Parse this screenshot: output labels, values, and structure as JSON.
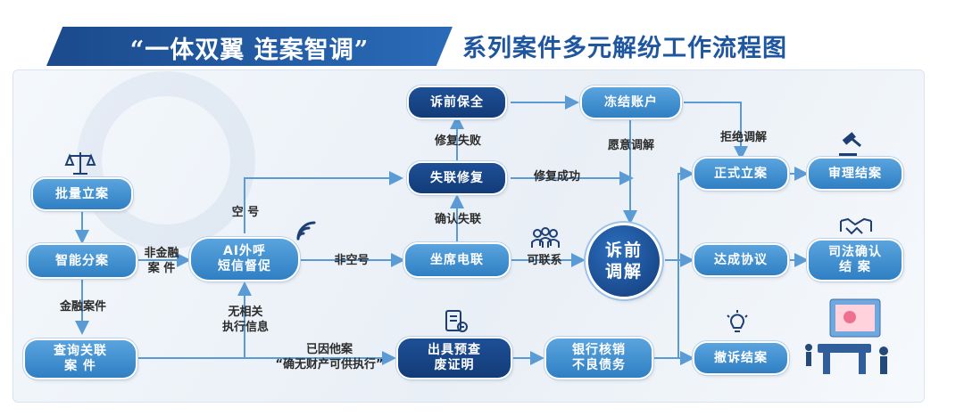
{
  "header": {
    "title_left": "“一体双翼 连案智调”",
    "title_right": "系列案件多元解纷工作流程图"
  },
  "nodes": {
    "batch_filing": "批量立案",
    "smart_split": "智能分案",
    "query_related": "查询关联\n案 件",
    "ai_call": "AI外呼\n短信督促",
    "seat_contact": "坐席电联",
    "lost_repair": "失联修复",
    "pre_preserve": "诉前保全",
    "freeze_account": "冻结账户",
    "pre_mediation": "诉前\n调解",
    "formal_filing": "正式立案",
    "trial_close": "审理结案",
    "agreement": "达成协议",
    "judicial_confirm": "司法确认\n结 案",
    "withdraw_close": "撤诉结案",
    "issue_cert": "出具预查\n废证明",
    "bank_writeoff": "银行核销\n不良债务"
  },
  "labels": {
    "non_financial": "非金融\n案 件",
    "financial": "金融案件",
    "empty_number": "空 号",
    "non_empty_number": "非空号",
    "unrelated_info": "无相关\n执行信息",
    "other_case": "已因他案\n“确无财产可供执行”",
    "confirm_lost": "确认失联",
    "repair_fail": "修复失败",
    "repair_success": "修复成功",
    "contactable": "可联系",
    "willing_mediate": "愿意调解",
    "refuse_mediate": "拒绝调解"
  },
  "icons": [
    "scales-icon",
    "signal-icon",
    "people-icon",
    "gavel-icon",
    "handshake-icon",
    "document-icon",
    "lightbulb-icon"
  ],
  "colors": {
    "primary_box": "#3a8fd2",
    "dark_box": "#143f7d",
    "arrow": "#5b9bd5",
    "title": "#1e56a0"
  }
}
